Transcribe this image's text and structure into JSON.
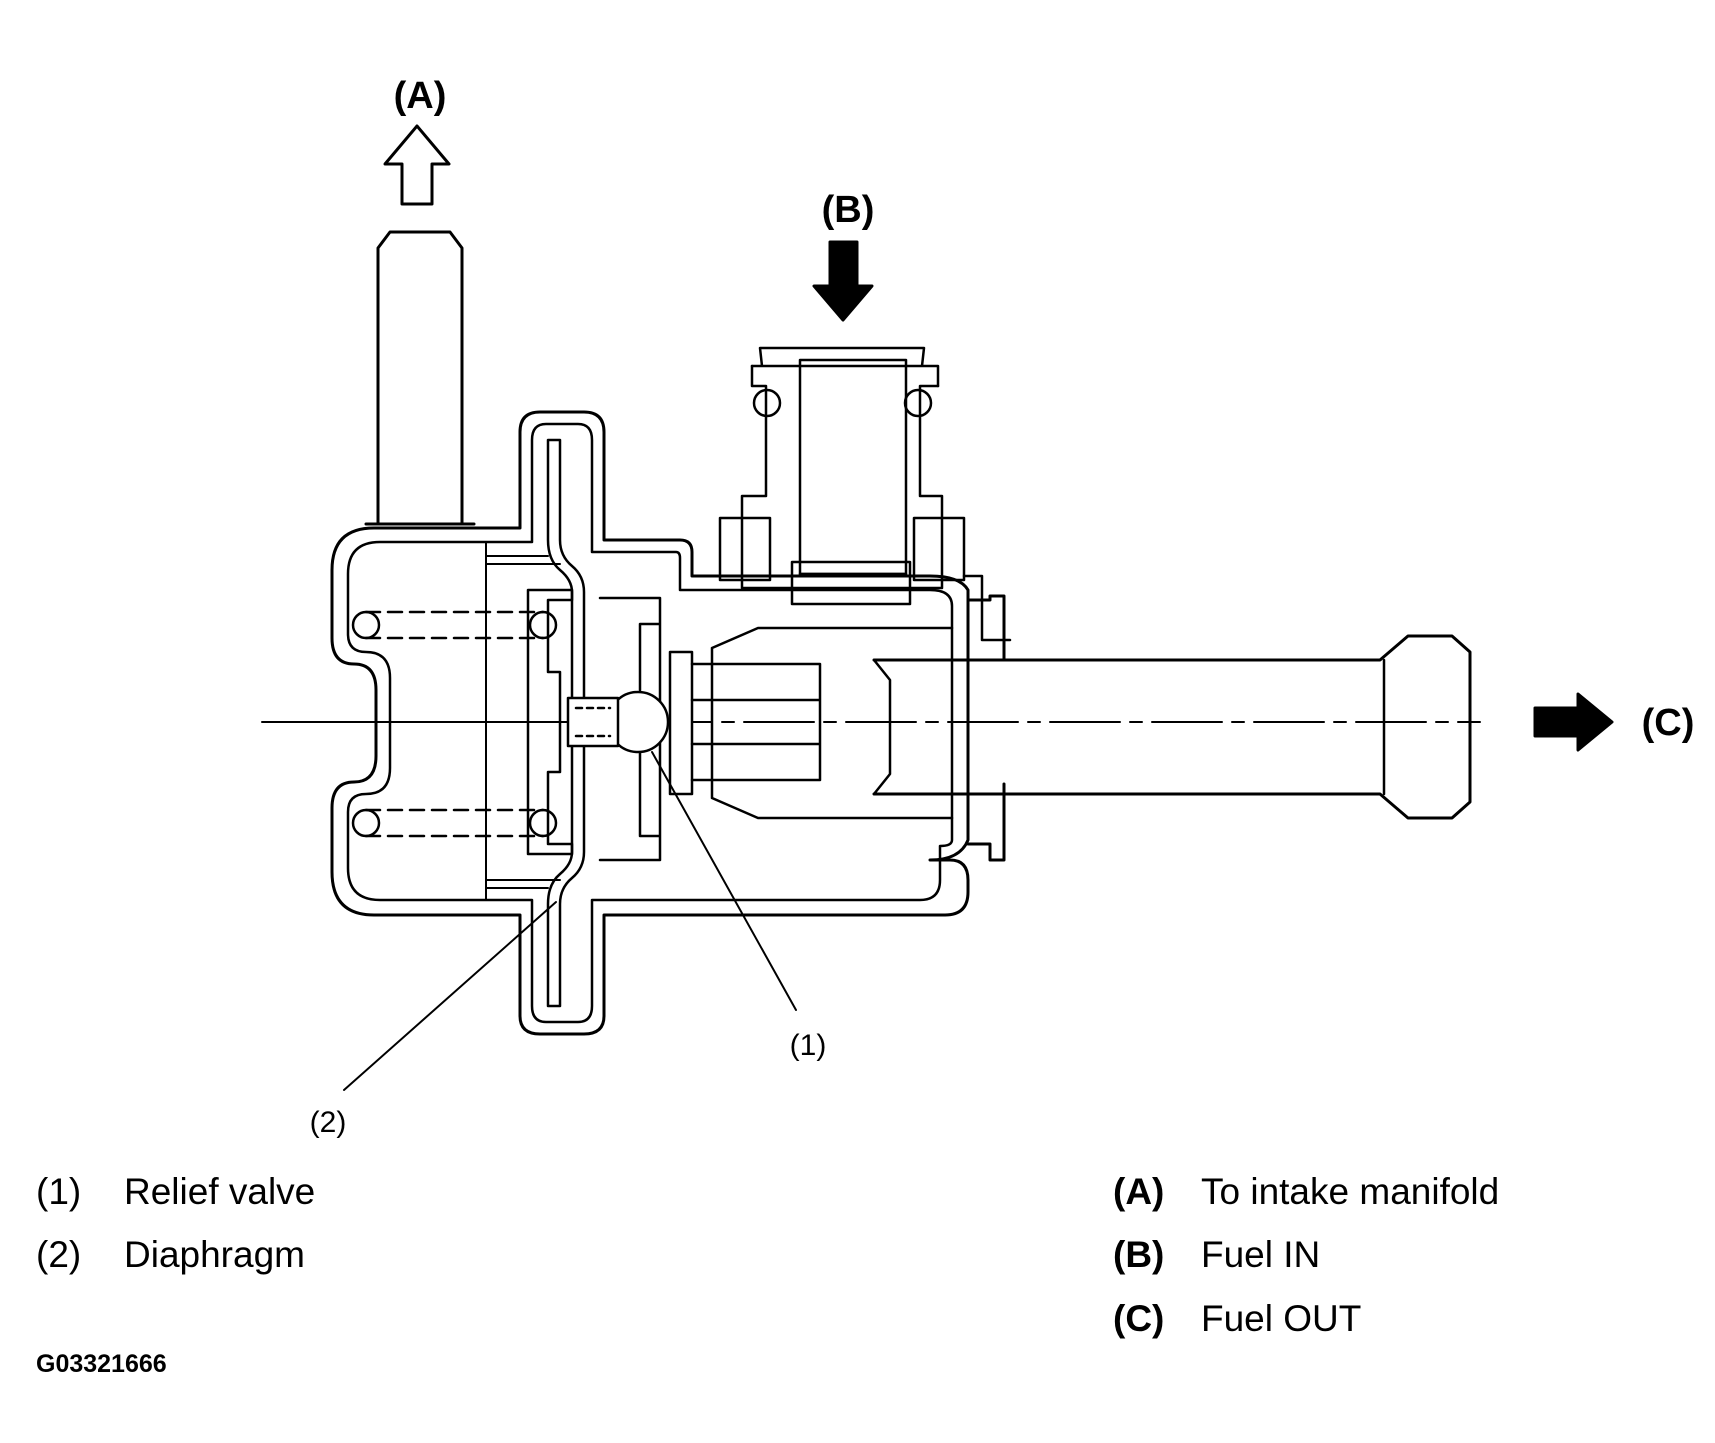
{
  "callouts": {
    "a": "(A)",
    "b": "(B)",
    "c": "(C)",
    "n1": "(1)",
    "n2": "(2)"
  },
  "legend_parts": [
    {
      "key": "(1)",
      "text": "Relief valve"
    },
    {
      "key": "(2)",
      "text": "Diaphragm"
    }
  ],
  "legend_ports": [
    {
      "key": "(A)",
      "text": "To intake manifold"
    },
    {
      "key": "(B)",
      "text": "Fuel IN"
    },
    {
      "key": "(C)",
      "text": "Fuel OUT"
    }
  ],
  "figure_id": "G03321666",
  "colors": {
    "ink": "#000000",
    "paper": "#ffffff"
  }
}
